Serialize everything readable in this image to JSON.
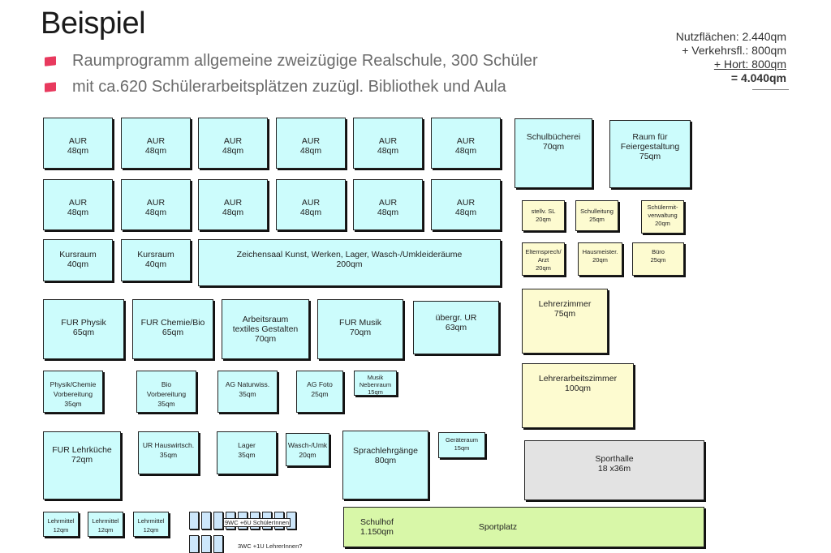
{
  "header": {
    "title": "Beispiel",
    "bullets": [
      "Raumprogramm allgemeine zweizügige Realschule, 300 Schüler",
      "mit ca.620 Schülerarbeitsplätzen zuzügl. Bibliothek und Aula"
    ]
  },
  "summary": {
    "line1": "Nutzflächen: 2.440qm",
    "line2": "+ Verkehrsfl.: 800qm",
    "line3": "+ Hort: 800qm",
    "line4": "= 4.040qm"
  },
  "rooms": {
    "aur": {
      "name": "AUR",
      "size": "48qm"
    },
    "kurs": {
      "name": "Kursraum",
      "size": "40qm"
    },
    "zeichensaal": {
      "name": "Zeichensaal Kunst, Werken, Lager, Wasch-/Umkleideräume",
      "size": "200qm"
    },
    "fur_physik": {
      "name": "FUR Physik",
      "size": "65qm"
    },
    "fur_chemie": {
      "name": "FUR Chemie/Bio",
      "size": "65qm"
    },
    "arbeitsraum": {
      "name1": "Arbeitsraum",
      "name2": "textiles Gestalten",
      "size": "70qm"
    },
    "fur_musik": {
      "name": "FUR Musik",
      "size": "70qm"
    },
    "uebergr": {
      "name": "übergr. UR",
      "size": "63qm"
    },
    "physik_vorb": {
      "name1": "Physik/Chemie",
      "name2": "Vorbereitung",
      "size": "35qm"
    },
    "bio_vorb": {
      "name1": "Bio",
      "name2": "Vorbereitung",
      "size": "35qm"
    },
    "ag_natur": {
      "name": "AG Naturwiss.",
      "size": "35qm"
    },
    "ag_foto": {
      "name": "AG Foto",
      "size": "25qm"
    },
    "musik_neben": {
      "name1": "Musik",
      "name2": "Nebenraum",
      "size": "15qm"
    },
    "fur_lehrkueche": {
      "name": "FUR Lehrküche",
      "size": "72qm"
    },
    "ur_hauswirt": {
      "name": "UR Hauswirtsch.",
      "size": "35qm"
    },
    "lager": {
      "name": "Lager",
      "size": "35qm"
    },
    "wasch": {
      "name": "Wasch-/Umk",
      "size": "20qm"
    },
    "sprachlehr": {
      "name": "Sprachlehrgänge",
      "size": "80qm"
    },
    "geraete": {
      "name": "Geräteraum",
      "size": "15qm"
    },
    "lehrmittel": {
      "name": "Lehrmittel",
      "size": "12qm"
    },
    "schulbuecherei": {
      "name": "Schulbücherei",
      "size": "70qm"
    },
    "feier": {
      "name1": "Raum für",
      "name2": "Feiergestaltung",
      "size": "75qm"
    },
    "stellv": {
      "name": "stellv. SL",
      "size": "20qm"
    },
    "schulleitung": {
      "name": "Schulleitung",
      "size": "25qm"
    },
    "schuelermit": {
      "name1": "Schülermit-",
      "name2": "verwaltung",
      "size": "20qm"
    },
    "eltern": {
      "name1": "Elternsprech/",
      "name2": "Arzt",
      "size": "20qm"
    },
    "hausmeister": {
      "name": "Hausmeister.",
      "size": "20qm"
    },
    "buero": {
      "name": "Büro",
      "size": "25qm"
    },
    "lehrerzimmer": {
      "name": "Lehrerzimmer",
      "size": "75qm"
    },
    "lehrerarbeit": {
      "name": "Lehrerarbeitszimmer",
      "size": "100qm"
    },
    "sporthalle": {
      "name": "Sporthalle",
      "size": "18 x36m"
    },
    "schulhof": {
      "name": "Schulhof",
      "size": "1.150qm"
    },
    "sportplatz": {
      "name": "Sportplatz"
    }
  },
  "wc": {
    "pupils": "9WC +6U SchülerInnen",
    "teachers": "3WC +1U LehrerInnen?"
  },
  "colors": {
    "classroom": "#ccfcfc",
    "admin": "#fdfbd0",
    "sporthalle": "#e3e3e3",
    "outdoor": "#d8f7a8",
    "wc": "#cde7fb",
    "bullet": "#e83a5e"
  }
}
